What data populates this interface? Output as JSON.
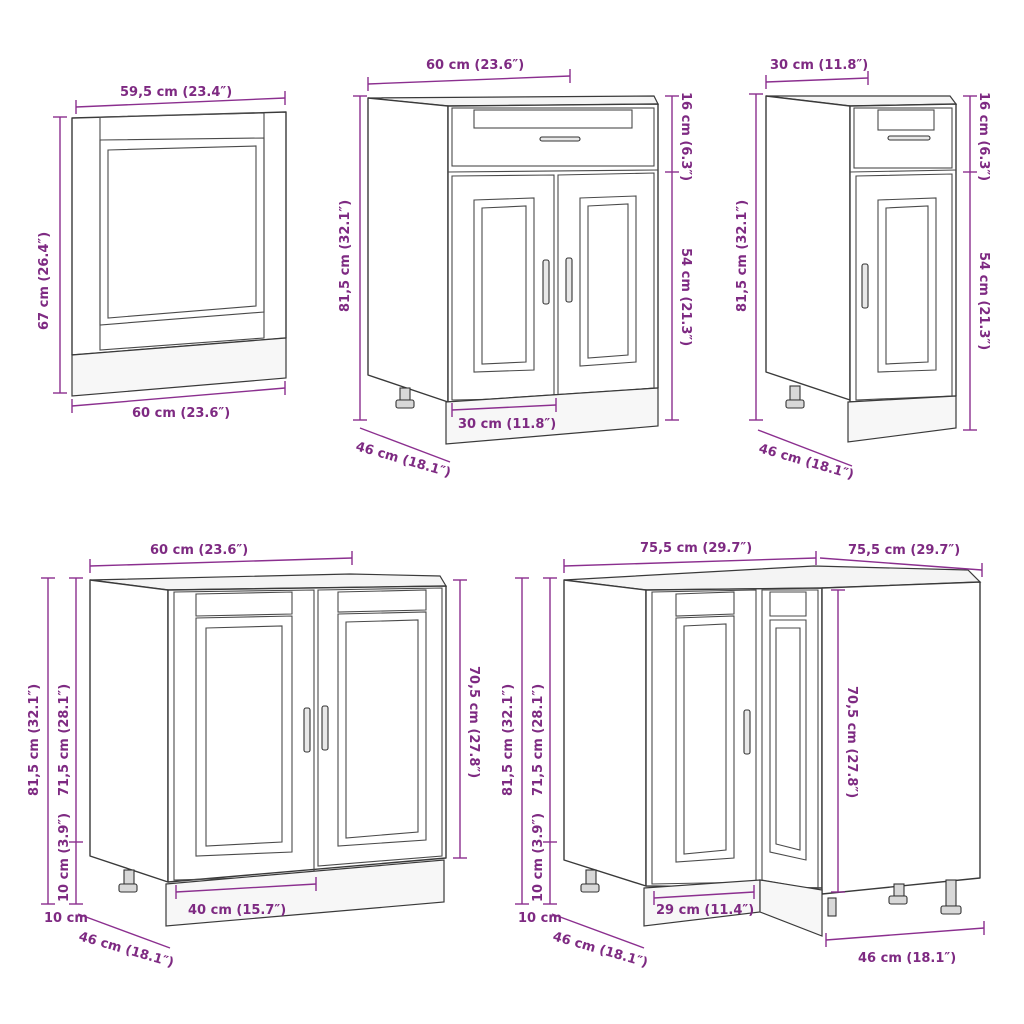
{
  "colors": {
    "dimension": "#8b2f8f",
    "outline": "#3a3a3a",
    "background": "#ffffff"
  },
  "panel": {
    "width_top": "59,5 cm (23.4″)",
    "height": "67 cm (26.4″)",
    "width_bottom": "60 cm (23.6″)"
  },
  "drawer_base_60": {
    "width": "60 cm (23.6″)",
    "height": "81,5 cm (32.1″)",
    "drawer_height": "16 cm (6.3″)",
    "door_height": "54 cm (21.3″)",
    "door_width": "30 cm (11.8″)",
    "depth": "46 cm (18.1″)"
  },
  "drawer_base_30": {
    "width": "30 cm (11.8″)",
    "height": "81,5 cm (32.1″)",
    "drawer_height": "16 cm (6.3″)",
    "door_height": "54 cm (21.3″)",
    "depth": "46 cm (18.1″)"
  },
  "sink_base_60": {
    "width": "60 cm (23.6″)",
    "height": "81,5 cm (32.1″)",
    "body_height": "71,5 cm (28.1″)",
    "plinth_height": "10 cm (3.9″)",
    "plinth_label": "10 cm",
    "door_height": "70,5 cm (27.8″)",
    "door_width": "40 cm (15.7″)",
    "depth": "46 cm (18.1″)"
  },
  "corner_base": {
    "width_left": "75,5 cm (29.7″)",
    "width_right": "75,5 cm (29.7″)",
    "height": "81,5 cm (32.1″)",
    "body_height": "71,5 cm (28.1″)",
    "plinth_height": "10 cm (3.9″)",
    "plinth_label": "10 cm",
    "door_height": "70,5 cm (27.8″)",
    "door_width": "29 cm (11.4″)",
    "depth_left": "46 cm (18.1″)",
    "depth_right": "46 cm (18.1″)"
  }
}
